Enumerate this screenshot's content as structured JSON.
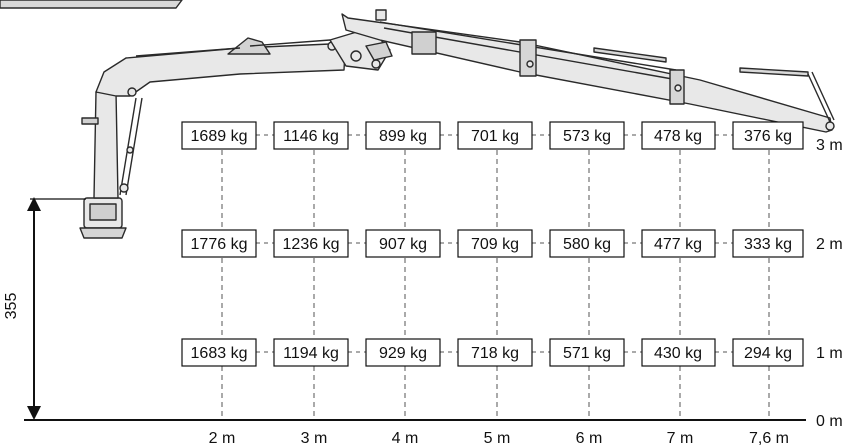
{
  "crane_load_chart": {
    "x_ticks": [
      "2 m",
      "3 m",
      "4 m",
      "5 m",
      "6 m",
      "7 m",
      "7,6 m"
    ],
    "y_ticks": [
      "0 m",
      "1 m",
      "2 m",
      "3 m"
    ],
    "height_dimension": "355",
    "rows": [
      {
        "height": "3 m",
        "loads": [
          "1689 kg",
          "1146 kg",
          "899 kg",
          "701 kg",
          "573 kg",
          "478 kg",
          "376 kg"
        ]
      },
      {
        "height": "2 m",
        "loads": [
          "1776 kg",
          "1236 kg",
          "907 kg",
          "709 kg",
          "580 kg",
          "477 kg",
          "333 kg"
        ]
      },
      {
        "height": "1 m",
        "loads": [
          "1683 kg",
          "1194 kg",
          "929 kg",
          "718 kg",
          "571 kg",
          "430 kg",
          "294 kg"
        ]
      }
    ]
  },
  "colors": {
    "ink": "#111111",
    "boom_fill": "#e8e8e8",
    "boom_stroke": "#2a2a2a",
    "box_fill": "#ffffff"
  }
}
